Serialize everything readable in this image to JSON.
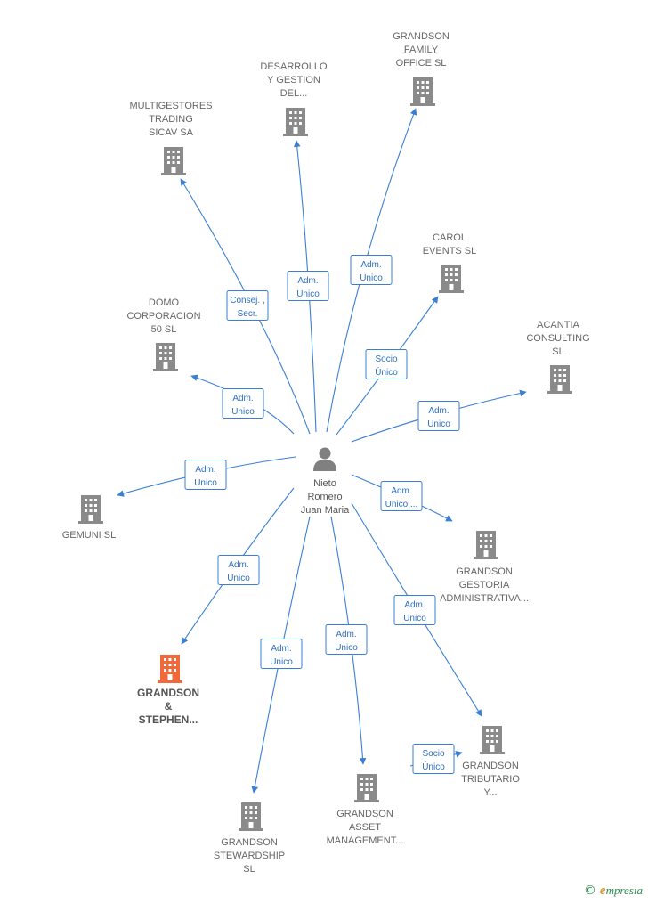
{
  "center": {
    "label_lines": [
      "Nieto",
      "Romero",
      "Juan Maria"
    ],
    "icon": "person-icon"
  },
  "nodes": [
    {
      "id": "multigestores",
      "label_lines": [
        "MULTIGESTORES",
        "TRADING",
        "SICAV SA"
      ],
      "icon": "building-icon",
      "highlight": false
    },
    {
      "id": "desarrollo",
      "label_lines": [
        "DESARROLLO",
        "Y GESTION",
        "DEL..."
      ],
      "icon": "building-icon",
      "highlight": false
    },
    {
      "id": "grandson-family",
      "label_lines": [
        "GRANDSON",
        "FAMILY",
        "OFFICE  SL"
      ],
      "icon": "building-icon",
      "highlight": false
    },
    {
      "id": "carol",
      "label_lines": [
        "CAROL",
        "EVENTS  SL"
      ],
      "icon": "building-icon",
      "highlight": false
    },
    {
      "id": "acantia",
      "label_lines": [
        "ACANTIA",
        "CONSULTING",
        "SL"
      ],
      "icon": "building-icon",
      "highlight": false
    },
    {
      "id": "domo",
      "label_lines": [
        "DOMO",
        "CORPORACION",
        "50  SL"
      ],
      "icon": "building-icon",
      "highlight": false
    },
    {
      "id": "gemuni",
      "label_lines": [
        "GEMUNI SL"
      ],
      "icon": "building-icon",
      "highlight": false
    },
    {
      "id": "gestoria",
      "label_lines": [
        "GRANDSON",
        "GESTORIA",
        "ADMINISTRATIVA..."
      ],
      "icon": "building-icon",
      "highlight": false
    },
    {
      "id": "stephen",
      "label_lines": [
        "GRANDSON",
        "&",
        "STEPHEN..."
      ],
      "icon": "building-icon",
      "highlight": true
    },
    {
      "id": "tributario",
      "label_lines": [
        "GRANDSON",
        "TRIBUTARIO",
        "Y..."
      ],
      "icon": "building-icon",
      "highlight": false
    },
    {
      "id": "asset",
      "label_lines": [
        "GRANDSON",
        "ASSET",
        "MANAGEMENT..."
      ],
      "icon": "building-icon",
      "highlight": false
    },
    {
      "id": "stewardship",
      "label_lines": [
        "GRANDSON",
        "STEWARDSHIP",
        "SL"
      ],
      "icon": "building-icon",
      "highlight": false
    }
  ],
  "edges": [
    {
      "target": "multigestores",
      "label_lines": [
        "Consej. ,",
        "Secr."
      ]
    },
    {
      "target": "desarrollo",
      "label_lines": [
        "Adm.",
        "Unico"
      ]
    },
    {
      "target": "grandson-family",
      "label_lines": [
        "Adm.",
        "Unico"
      ]
    },
    {
      "target": "carol",
      "label_lines": [
        "Socio",
        "Único"
      ]
    },
    {
      "target": "acantia",
      "label_lines": [
        "Adm.",
        "Unico"
      ]
    },
    {
      "target": "domo",
      "label_lines": [
        "Adm.",
        "Unico"
      ]
    },
    {
      "target": "gemuni",
      "label_lines": [
        "Adm.",
        "Unico"
      ]
    },
    {
      "target": "gestoria",
      "label_lines": [
        "Adm.",
        "Unico,..."
      ]
    },
    {
      "target": "stephen",
      "label_lines": [
        "Adm.",
        "Unico"
      ]
    },
    {
      "target": "tributario",
      "label_lines": [
        "Adm.",
        "Unico"
      ]
    },
    {
      "target": "asset",
      "label_lines": [
        "Adm.",
        "Unico"
      ]
    },
    {
      "target": "stewardship",
      "label_lines": [
        "Adm.",
        "Unico"
      ]
    },
    {
      "source": "asset",
      "target": "tributario",
      "label_lines": [
        "Socio",
        "Único"
      ]
    }
  ],
  "colors": {
    "edge": "#3a7fd5",
    "building": "#8a8a8a",
    "highlight": "#f0693a",
    "person": "#808080"
  },
  "copyright": {
    "symbol": "©",
    "brand_initial": "e",
    "brand_rest": "mpresia"
  }
}
